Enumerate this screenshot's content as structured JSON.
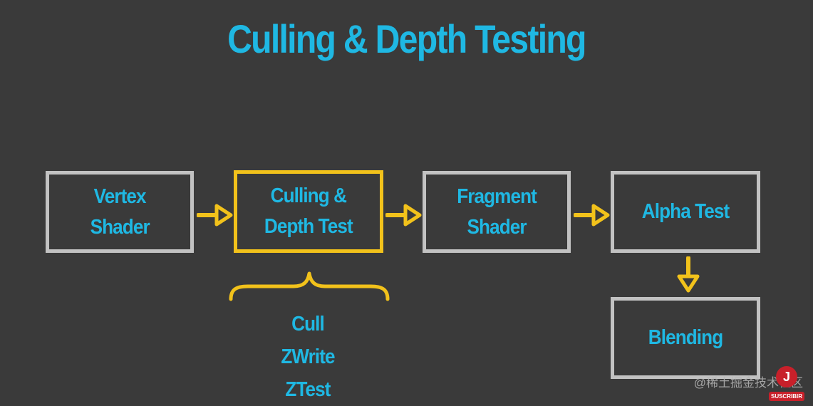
{
  "title": "Culling & Depth Testing",
  "pipeline": {
    "vertex_shader": "Vertex\nShader",
    "culling_depth_test": "Culling &\nDepth Test",
    "fragment_shader": "Fragment\nShader",
    "alpha_test": "Alpha Test",
    "blending": "Blending"
  },
  "render_states": [
    "Cull",
    "ZWrite",
    "ZTest"
  ],
  "watermark": "@稀土掘金技术社区",
  "subscribe_badge": {
    "letter": "J",
    "label": "SUSCRIBIR"
  },
  "colors": {
    "background": "#3a3a3a",
    "text": "#1fb8e3",
    "box_border": "#c2c2c2",
    "highlight": "#f2c21b",
    "badge": "#c8202a"
  },
  "icons": {
    "arrows": "right-arrow-icon / down-arrow-icon",
    "brace": "curly-brace-icon"
  }
}
